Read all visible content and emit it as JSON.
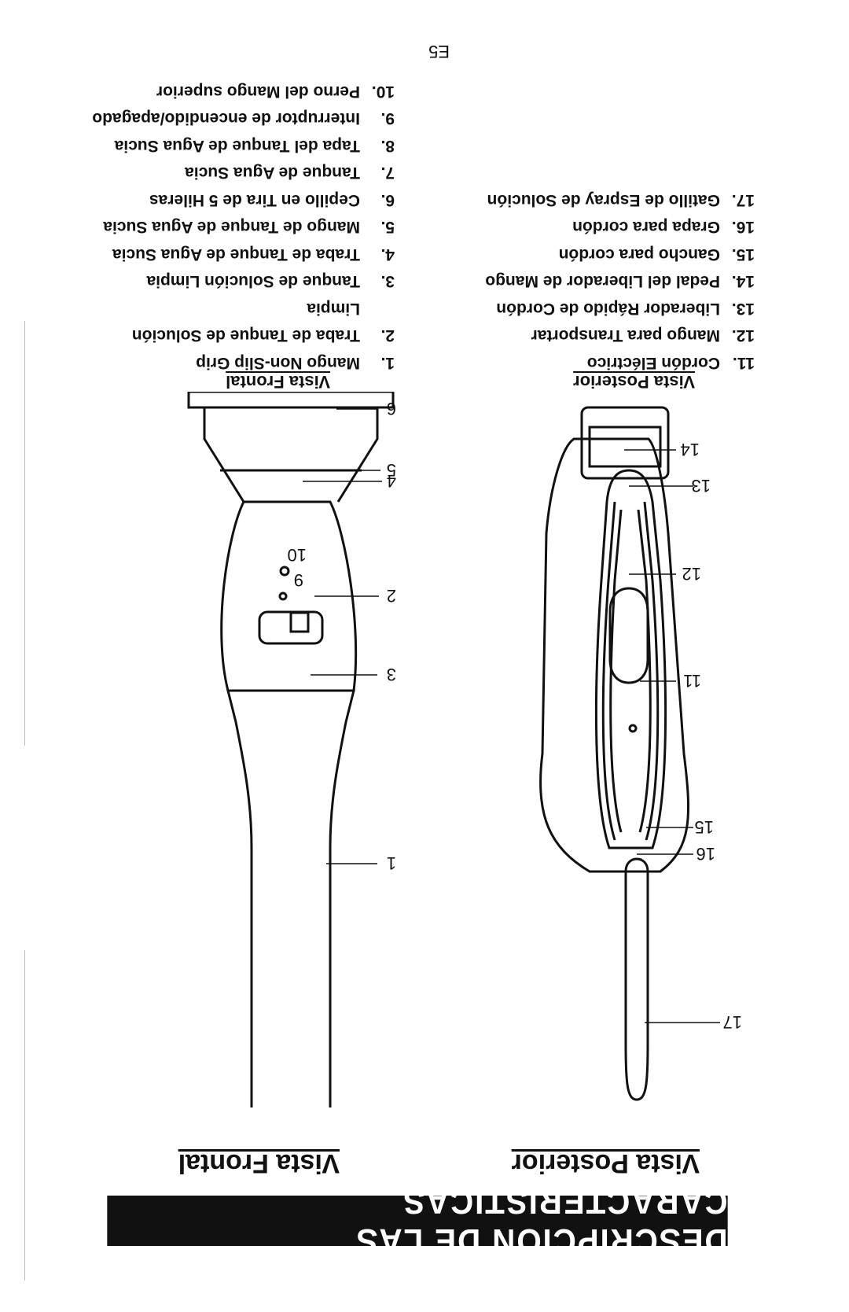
{
  "header": {
    "title": "DESCRIPCION DE LAS CARACTERISTICAS"
  },
  "views": {
    "front_label": "Vista Frontal",
    "rear_label": "Vista Posterior"
  },
  "front_callouts": [
    "1",
    "2",
    "3",
    "4",
    "5",
    "6",
    "9",
    "10"
  ],
  "rear_callouts": [
    "11",
    "12",
    "13",
    "14",
    "15",
    "16",
    "17"
  ],
  "features_left": [
    {
      "num": "1.",
      "label": "Mango Non-Slip Grip"
    },
    {
      "num": "2.",
      "label": "Traba de Tanque de Solución"
    },
    {
      "num": "",
      "label": "Limpia"
    },
    {
      "num": "3.",
      "label": "Tanque de Solución Limpia"
    },
    {
      "num": "4.",
      "label": "Traba de Tanque de Agua Sucia"
    },
    {
      "num": "5.",
      "label": "Mango de Tanque de Agua Sucia"
    },
    {
      "num": "6.",
      "label": "Cepillo en Tira de 5 Hileras"
    },
    {
      "num": "7.",
      "label": "Tanque de Agua Sucia"
    },
    {
      "num": "8.",
      "label": "Tapa del Tanque de Agua Sucia"
    },
    {
      "num": "9.",
      "label": "Interruptor de encendido/apagado"
    },
    {
      "num": "10.",
      "label": "Perno del Mango superior"
    }
  ],
  "features_right": [
    {
      "num": "11.",
      "label": "Cordón Eléctrico"
    },
    {
      "num": "12.",
      "label": "Mango para Transportar"
    },
    {
      "num": "13.",
      "label": "Liberador Rápido de Cordón"
    },
    {
      "num": "14.",
      "label": "Pedal del Liberador de Mango"
    },
    {
      "num": "15.",
      "label": "Gancho para cordón"
    },
    {
      "num": "16.",
      "label": "Grapa para cordón"
    },
    {
      "num": "17.",
      "label": "Gatillo de Espray de Solución"
    }
  ],
  "page_number": "E5"
}
